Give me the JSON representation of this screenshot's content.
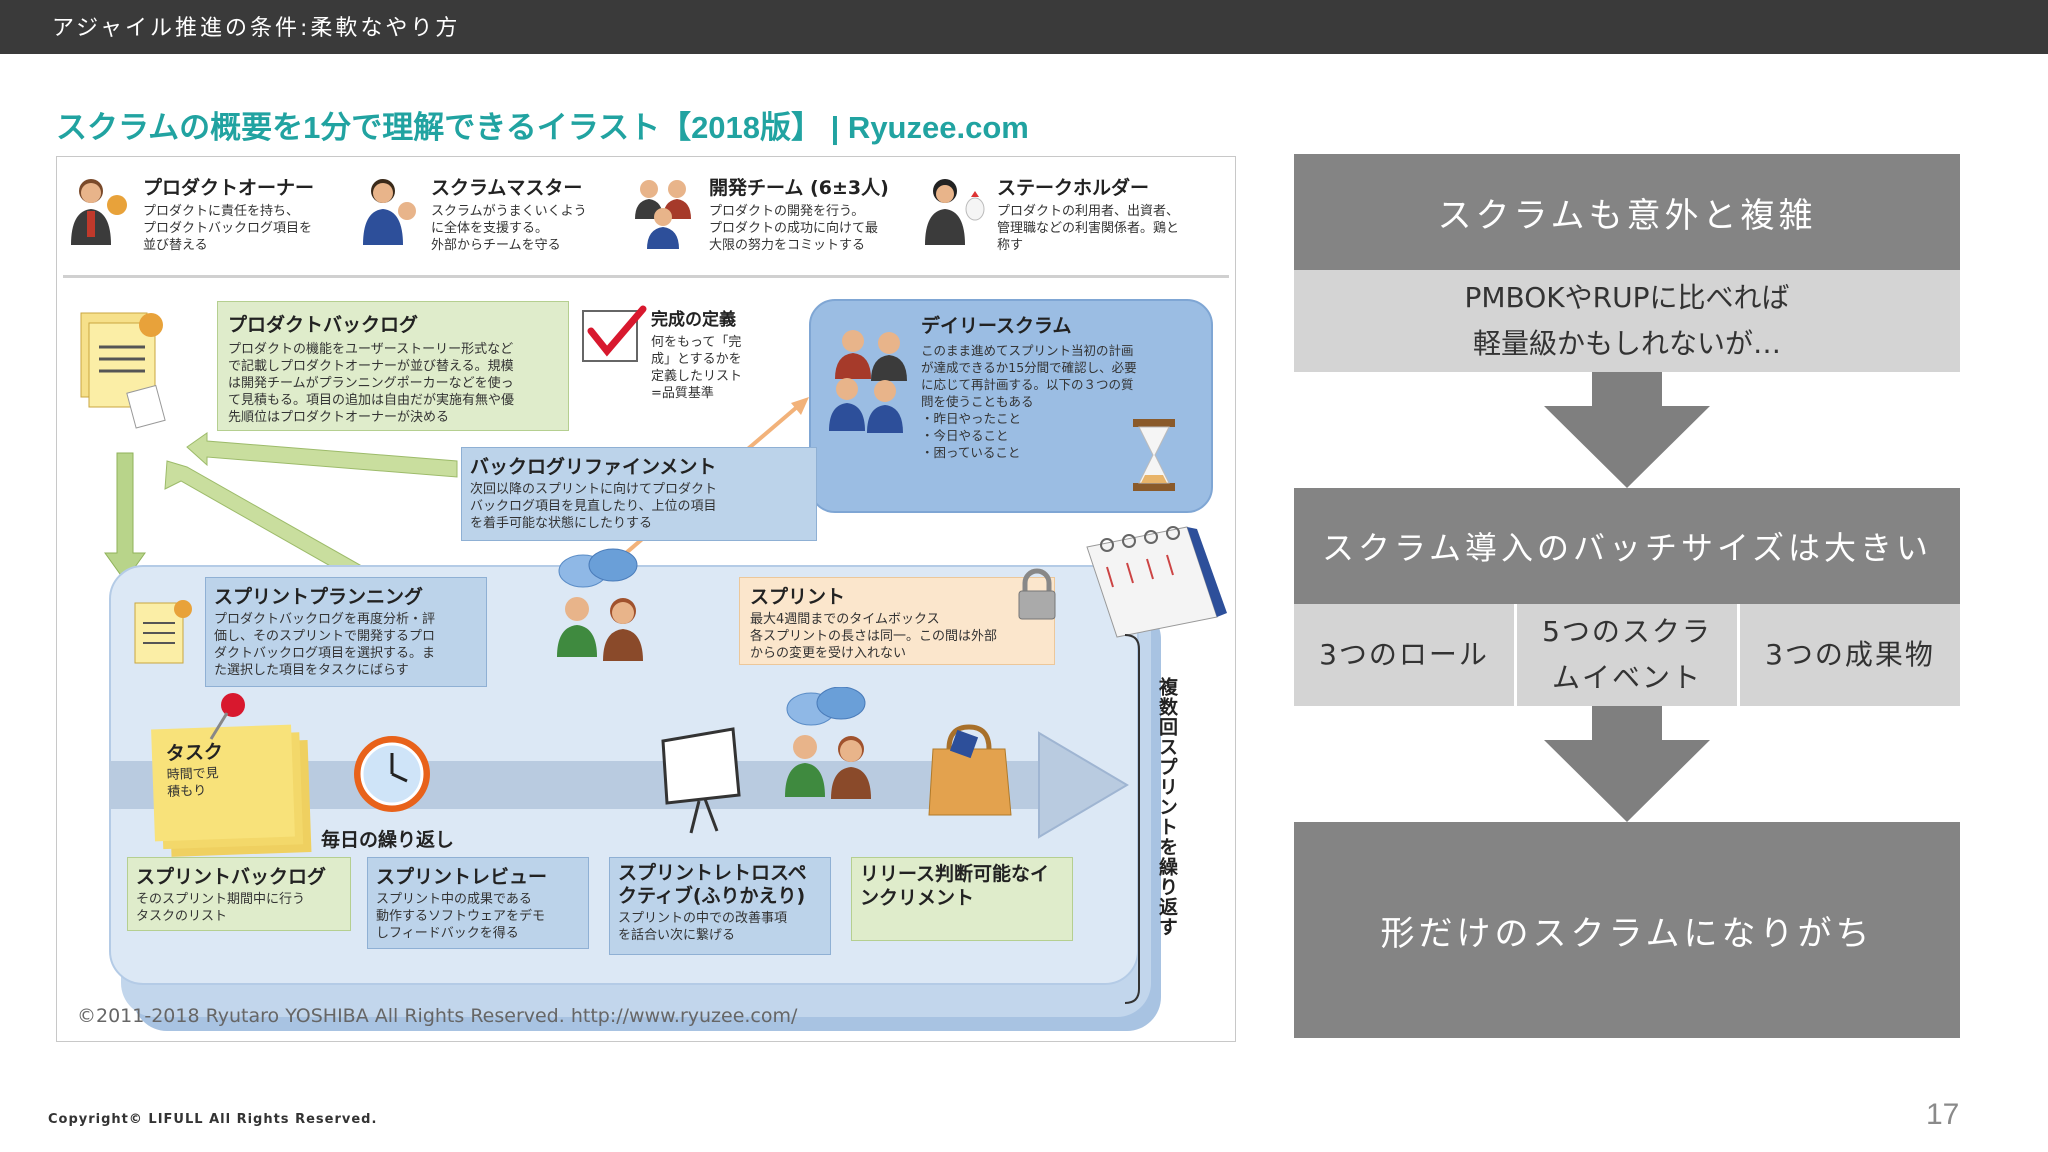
{
  "header": {
    "title": "アジャイル推進の条件:柔軟なやり方"
  },
  "illustration": {
    "title": "スクラムの概要を1分で理解できるイラスト【2018版】 | Ryuzee.com",
    "roles": [
      {
        "title": "プロダクトオーナー",
        "desc": "プロダクトに責任を持ち、\nプロダクトバックログ項目を\n並び替える"
      },
      {
        "title": "スクラムマスター",
        "desc": "スクラムがうまくいくよう\nに全体を支援する。\n外部からチームを守る"
      },
      {
        "title": "開発チーム (6±3人)",
        "desc": "プロダクトの開発を行う。\nプロダクトの成功に向けて最\n大限の努力をコミットする"
      },
      {
        "title": "ステークホルダー",
        "desc": "プロダクトの利用者、出資者、\n管理職などの利害関係者。鶏と\n称す"
      }
    ],
    "product_backlog": {
      "title": "プロダクトバックログ",
      "desc": "プロダクトの機能をユーザーストーリー形式など\nで記載しプロダクトオーナーが並び替える。規模\nは開発チームがプランニングポーカーなどを使っ\nて見積もる。項目の追加は自由だが実施有無や優\n先順位はプロダクトオーナーが決める"
    },
    "definition_of_done": {
      "title": "完成の定義",
      "desc": "何をもって「完\n成」とするかを\n定義したリスト\n=品質基準"
    },
    "daily_scrum": {
      "title": "デイリースクラム",
      "desc": "このまま進めてスプリント当初の計画\nが達成できるか15分間で確認し、必要\nに応じて再計画する。以下の３つの質\n問を使うこともある\n・昨日やったこと\n・今日やること\n・困っていること"
    },
    "backlog_refinement": {
      "title": "バックログリファインメント",
      "desc": "次回以降のスプリントに向けてプロダクト\nバックログ項目を見直したり、上位の項目\nを着手可能な状態にしたりする"
    },
    "sprint_planning": {
      "title": "スプリントプランニング",
      "desc": "プロダクトバックログを再度分析・評\n価し、そのスプリントで開発するプロ\nダクトバックログ項目を選択する。ま\nた選択した項目をタスクにばらす"
    },
    "sprint": {
      "title": "スプリント",
      "desc": "最大4週間までのタイムボックス\n各スプリントの長さは同一。この間は外部\nからの変更を受け入れない"
    },
    "task": {
      "title": "タスク",
      "desc": "時間で見\n積もり"
    },
    "daily_repeat": "毎日の繰り返し",
    "sprint_backlog": {
      "title": "スプリントバックログ",
      "desc": "そのスプリント期間中に行う\nタスクのリスト"
    },
    "sprint_review": {
      "title": "スプリントレビュー",
      "desc": "スプリント中の成果である\n動作するソフトウェアをデモ\nしフィードバックを得る"
    },
    "retrospective": {
      "title": "スプリントレトロスペ\nクティブ(ふりかえり)",
      "desc": "スプリントの中での改善事項\nを話合い次に繋げる"
    },
    "increment": {
      "title": "リリース判断可能なイ\nンクリメント"
    },
    "repeat_sprints": "複数回スプリントを繰り返す",
    "copyright": "©2011-2018 Ryutaro YOSHIBA All Rights Reserved. http://www.ryuzee.com/"
  },
  "flow": {
    "box1": "スクラムも意外と複雑",
    "sub1": "PMBOKやRUPに比べれば\n軽量級かもしれないが…",
    "box2": "スクラム導入のバッチサイズは大きい",
    "cells": [
      "3つのロール",
      "5つのスクラ\nムイベント",
      "3つの成果物"
    ],
    "box3": "形だけのスクラムになりがち",
    "arrow_color": "#7f7f7f",
    "box_color": "#848484",
    "sub_color": "#d4d4d4"
  },
  "colors": {
    "accent": "#21a3a1",
    "topbar": "#3a3a3a"
  },
  "footer": {
    "copyright": "Copyright© LIFULL All Rights Reserved.",
    "page_number": "17"
  }
}
